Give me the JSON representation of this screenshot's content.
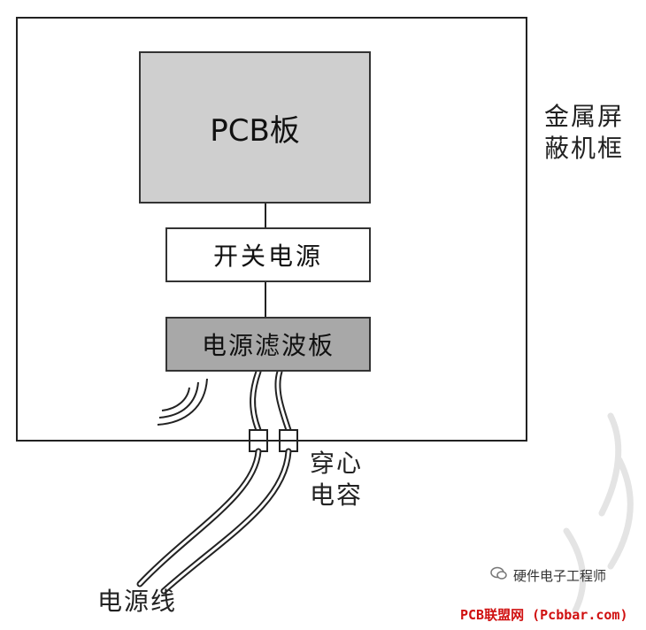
{
  "diagram": {
    "pcb_label": "PCB板",
    "psu_label": "开关电源",
    "filter_label": "电源滤波板",
    "shield_label": "金属屏蔽机框",
    "shield_label_lines": [
      "金属屏",
      "蔽机框"
    ],
    "capacitor_label_lines": [
      "穿心",
      "电容"
    ],
    "cable_label": "电源线"
  },
  "watermark": {
    "name": "硬件电子工程师",
    "url_text": "PCB联盟网 (Pcbbar.com)"
  }
}
